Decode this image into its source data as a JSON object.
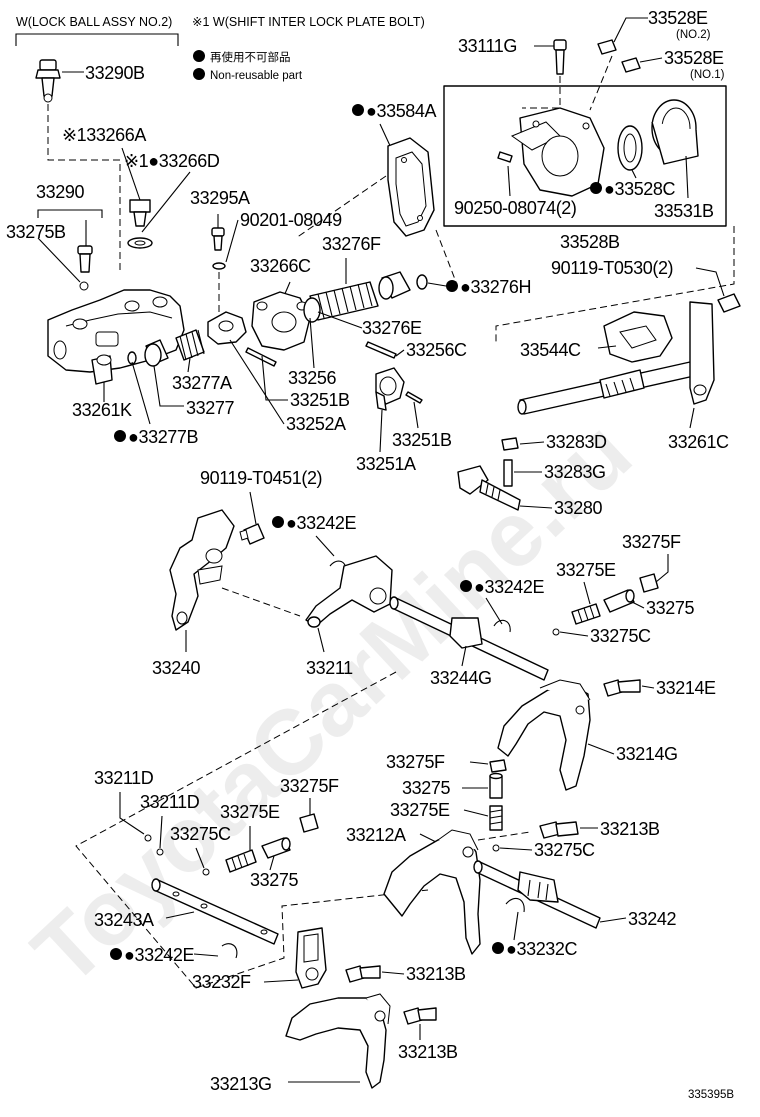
{
  "header": {
    "lock_ball": "W(LOCK BALL ASSY NO.2)",
    "note1": "※1 W(SHIFT INTER LOCK PLATE BOLT)",
    "legend_jp": "再使用不可部品",
    "legend_en": "Non-reusable part"
  },
  "watermark": "ToyotaCarMine.ru",
  "diagram_id": "335395B",
  "labels": {
    "p33290B": "33290B",
    "p33266A": "※133266A",
    "p33266D": "※1●33266D",
    "p33290": "33290",
    "p33275B": "33275B",
    "p33295A": "33295A",
    "p90201": "90201-08049",
    "p33584A": "●33584A",
    "p33111G": "33111G",
    "p33528E2": "33528E",
    "p33528E2n": "(NO.2)",
    "p33528E1": "33528E",
    "p33528E1n": "(NO.1)",
    "p90250": "90250-08074(2)",
    "p33528C": "●33528C",
    "p33531B": "33531B",
    "p33528B": "33528B",
    "p90119a": "90119-T0530(2)",
    "p33276F": "33276F",
    "p33266C": "33266C",
    "p33276H": "●33276H",
    "p33276E": "33276E",
    "p33256C": "33256C",
    "p33544C": "33544C",
    "p33256": "33256",
    "p33251B": "33251B",
    "p33252A": "33252A",
    "p33277A": "33277A",
    "p33277": "33277",
    "p33261K": "33261K",
    "p33277B": "●33277B",
    "p33251B2": "33251B",
    "p33251A": "33251A",
    "p33261C": "33261C",
    "p33283D": "33283D",
    "p33283G": "33283G",
    "p33280": "33280",
    "p90119b": "90119-T0451(2)",
    "p33242E": "●33242E",
    "p33275F": "33275F",
    "p33275E": "33275E",
    "p33242E2": "●33242E",
    "p33275": "33275",
    "p33275C": "33275C",
    "p33240": "33240",
    "p33211": "33211",
    "p33244G": "33244G",
    "p33214E": "33214E",
    "p33214G": "33214G",
    "p33275F2": "33275F",
    "p33275b": "33275",
    "p33275E2": "33275E",
    "p33213B": "33213B",
    "p33212A": "33212A",
    "p33275C2": "33275C",
    "p33211D": "33211D",
    "p33211D2": "33211D",
    "p33275F3": "33275F",
    "p33275E3": "33275E",
    "p33275C3": "33275C",
    "p33275c": "33275",
    "p33243A": "33243A",
    "p33242": "33242",
    "p33242E3": "●33242E",
    "p33232C": "●33232C",
    "p33232F": "33232F",
    "p33213B2": "33213B",
    "p33213B3": "33213B",
    "p33213G": "33213G"
  }
}
